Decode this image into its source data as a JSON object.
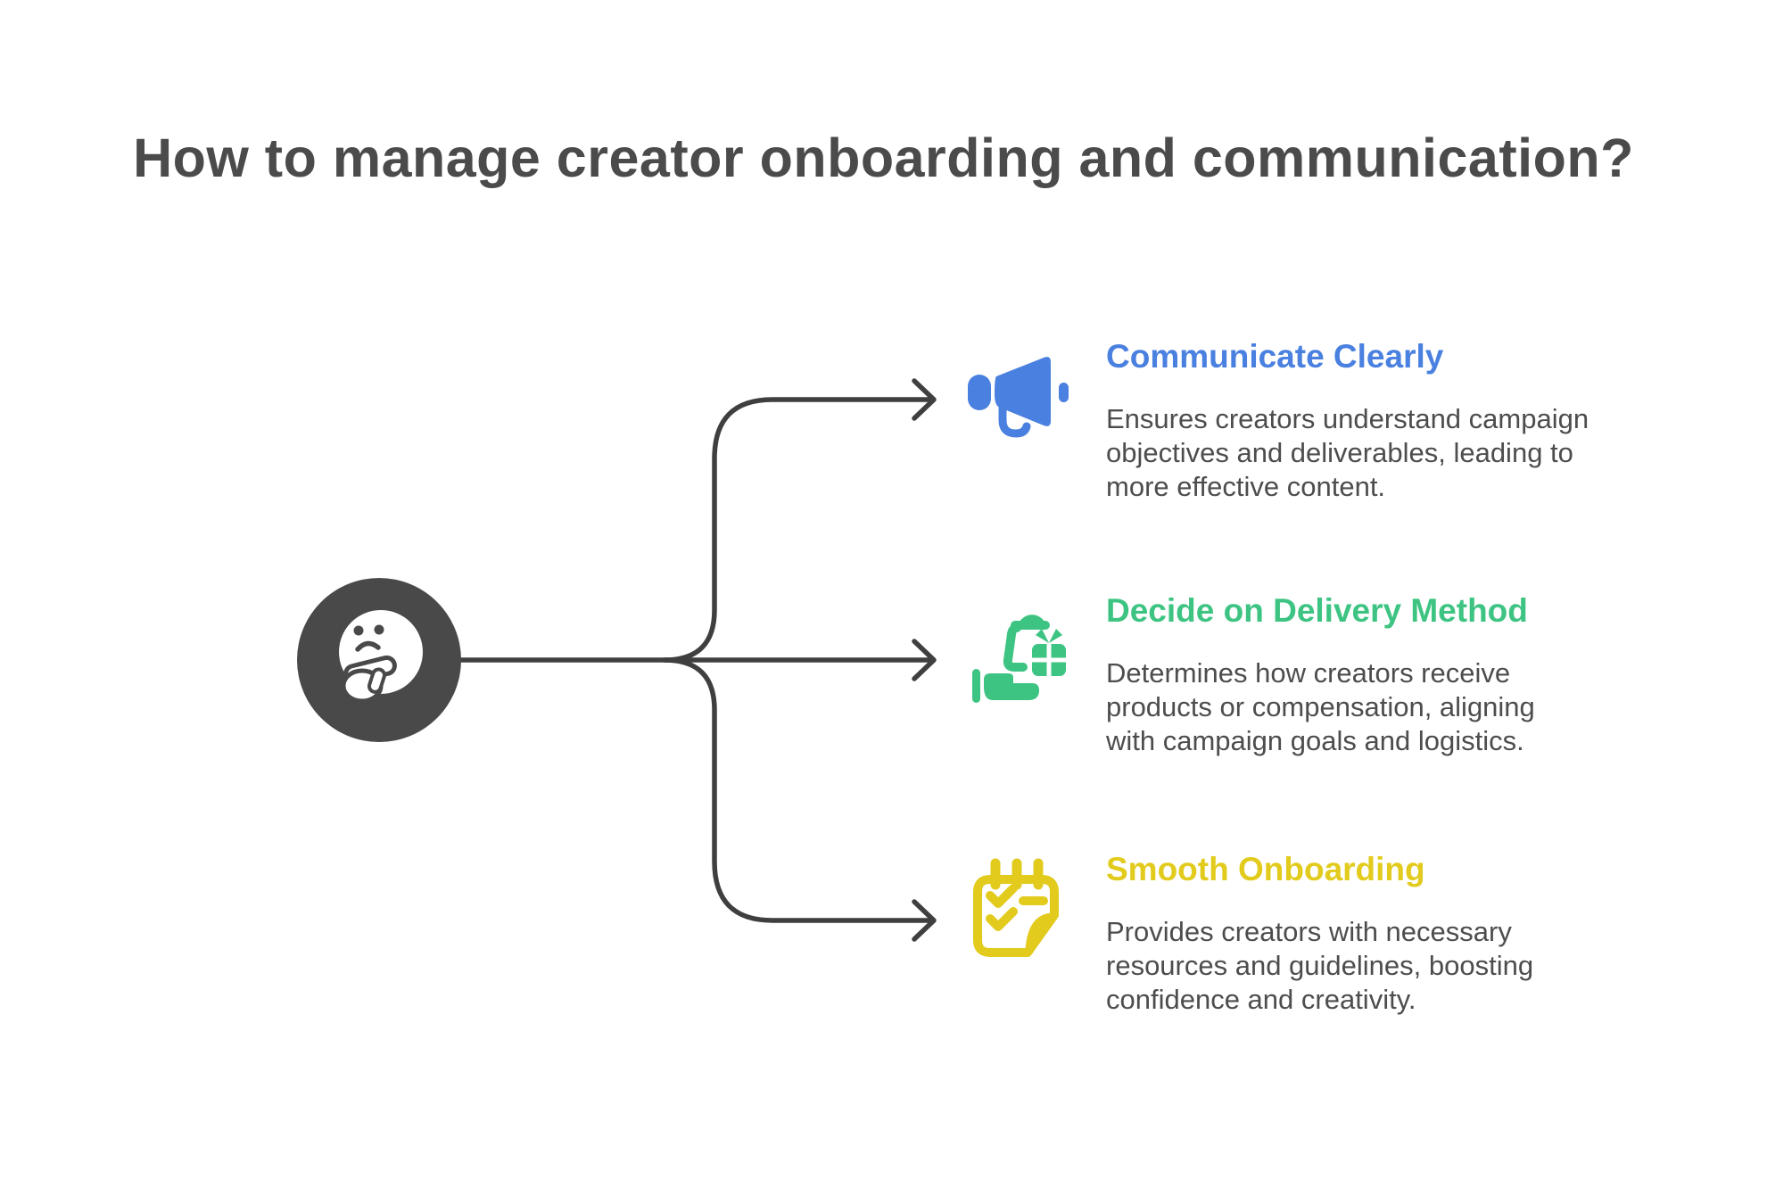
{
  "title": "How to manage creator onboarding and communication?",
  "colors": {
    "title": "#4b4b4b",
    "body_text": "#4d4d4d",
    "line": "#3f3f3f",
    "dark": "#494949",
    "blue": "#4a80e0",
    "green": "#3ec482",
    "yellow": "#e2cb1d"
  },
  "center_icon": "thinking-face-icon",
  "items": [
    {
      "icon": "megaphone-icon",
      "color": "#4a80e0",
      "heading": "Communicate Clearly",
      "description": "Ensures creators understand campaign\nobjectives and deliverables, leading to\nmore effective content."
    },
    {
      "icon": "gift-delivery-icon",
      "color": "#3ec482",
      "heading": "Decide on Delivery Method",
      "description": "Determines how creators receive\nproducts or compensation, aligning\nwith campaign goals and logistics."
    },
    {
      "icon": "checklist-icon",
      "color": "#e2cb1d",
      "heading": "Smooth Onboarding",
      "description": "Provides creators with necessary\nresources and guidelines, boosting\nconfidence and creativity."
    }
  ]
}
